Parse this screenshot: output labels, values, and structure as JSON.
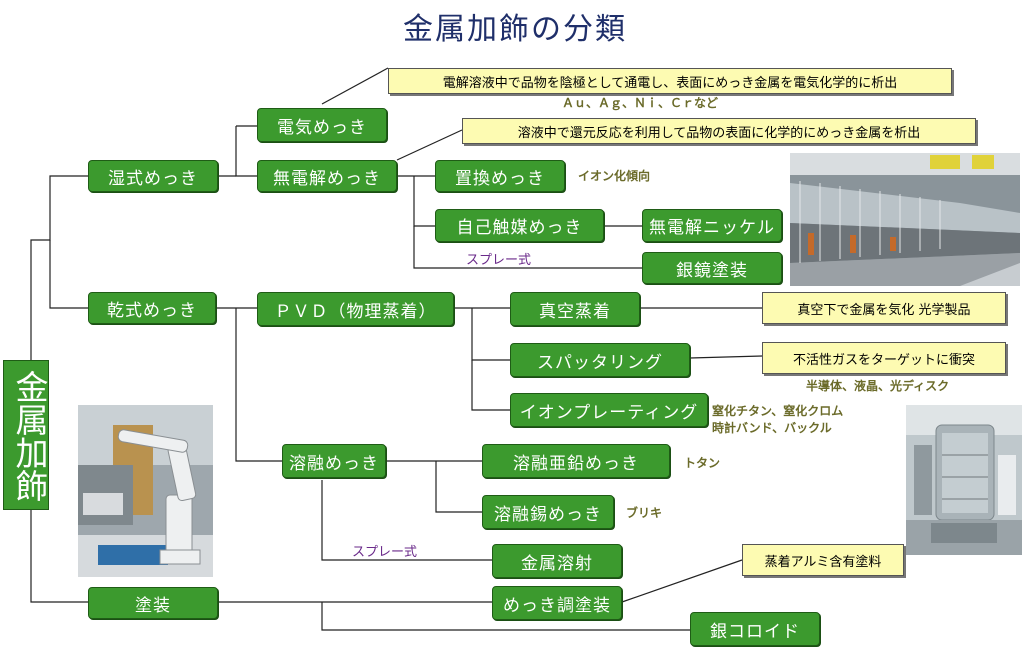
{
  "title": "金属加飾の分類",
  "root": "金属加飾",
  "nodes": {
    "wet": "湿式めっき",
    "dry": "乾式めっき",
    "paint": "塗装",
    "electro": "電気めっき",
    "electroless": "無電解めっき",
    "displacement": "置換めっき",
    "autocatalytic": "自己触媒めっき",
    "electroless_nickel": "無電解ニッケル",
    "silver_mirror": "銀鏡塗装",
    "pvd": "ＰＶＤ（物理蒸着）",
    "vacuum_deposition": "真空蒸着",
    "sputtering": "スパッタリング",
    "ion_plating": "イオンプレーティング",
    "hot_dip": "溶融めっき",
    "hot_zinc": "溶融亜鉛めっき",
    "hot_tin": "溶融錫めっき",
    "thermal_spray": "金属溶射",
    "plating_paint": "めっき調塗装",
    "silver_colloid": "銀コロイド"
  },
  "notes": {
    "electro_desc": "電解溶液中で品物を陰極として通電し、表面にめっき金属を電気化学的に析出",
    "electroless_desc": "溶液中で還元反応を利用して品物の表面に化学的にめっき金属を析出",
    "vacuum_desc": "真空下で金属を気化 光学製品",
    "sputter_desc": "不活性ガスをターゲットに衝突",
    "plating_paint_desc": "蒸着アルミ含有塗料"
  },
  "annotations": {
    "electro_metals": "Ａｕ、Ａｇ、Ｎｉ、Ｃｒなど",
    "displacement_ann": "イオン化傾向",
    "spray_1": "スプレー式",
    "sputter_ann": "半導体、液晶、光ディスク",
    "ion_ann_1": "窒化チタン、窒化クロム",
    "ion_ann_2": "時計バンド、バックル",
    "zinc_ann": "トタン",
    "tin_ann": "ブリキ",
    "spray_2": "スプレー式"
  },
  "colors": {
    "node_fill": "#3c9a2e",
    "note_fill": "#fdfbb2",
    "title": "#1f2f6a",
    "annotation": "#6b6b2a",
    "spray_label": "#6a2a8a"
  }
}
